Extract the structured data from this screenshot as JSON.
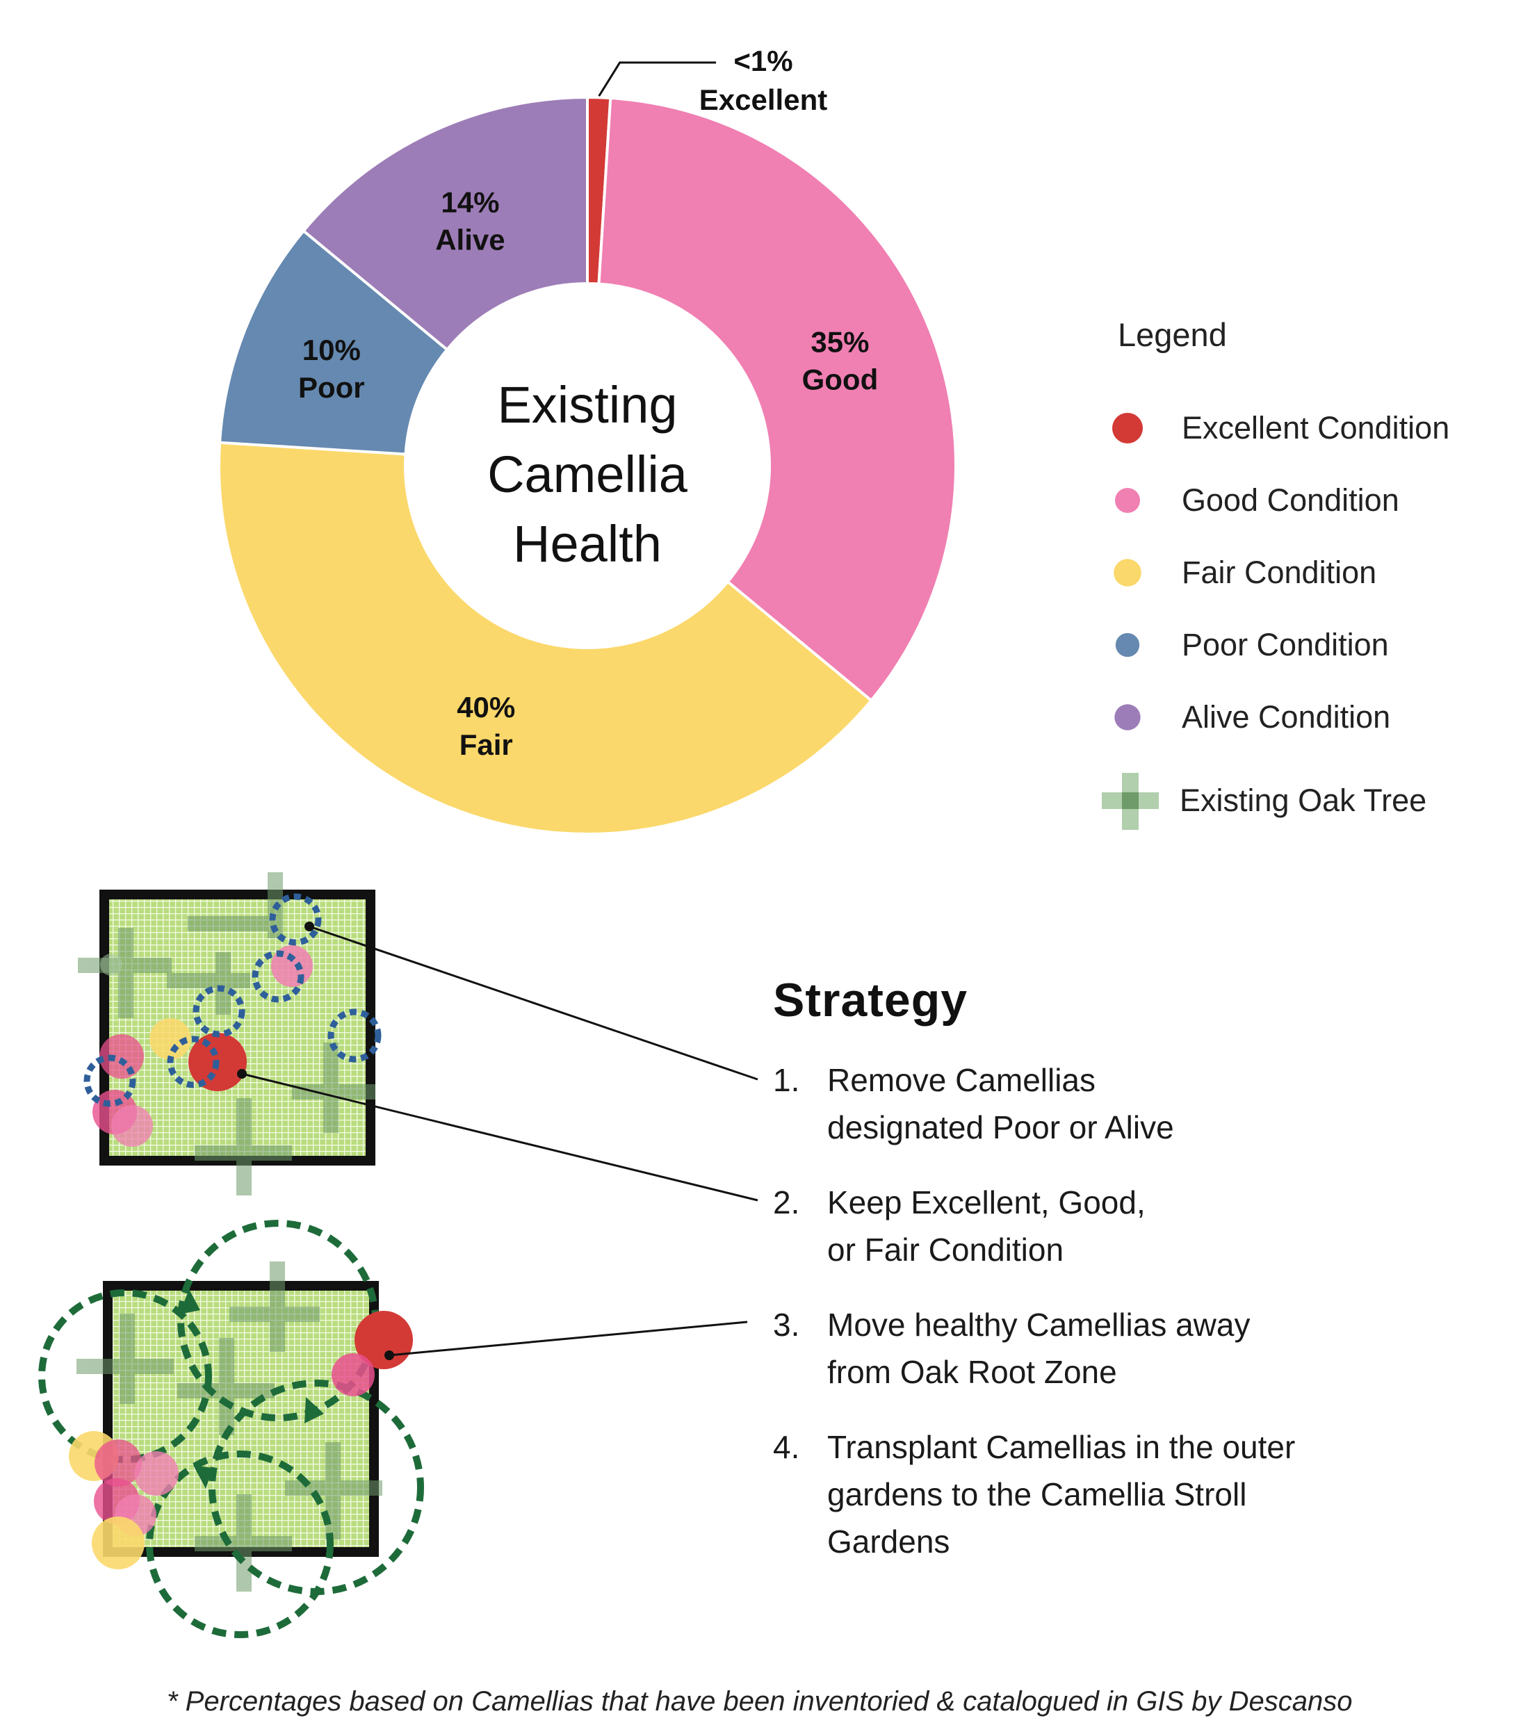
{
  "chart_data": {
    "type": "pie",
    "title": "Existing Camellia Health",
    "title_lines": [
      "Existing",
      "Camellia",
      "Health"
    ],
    "slices": [
      {
        "name": "Excellent",
        "value": 1,
        "display_value": "<1%",
        "color": "#d33a36"
      },
      {
        "name": "Good",
        "value": 35,
        "display_value": "35%",
        "color": "#f07fb2"
      },
      {
        "name": "Fair",
        "value": 40,
        "display_value": "40%",
        "color": "#fbd86b"
      },
      {
        "name": "Poor",
        "value": 10,
        "display_value": "10%",
        "color": "#6589b0"
      },
      {
        "name": "Alive",
        "value": 14,
        "display_value": "14%",
        "color": "#9d7db7"
      }
    ]
  },
  "legend": {
    "title": "Legend",
    "items": [
      {
        "label": "Excellent Condition",
        "color": "#d33a36"
      },
      {
        "label": "Good Condition",
        "color": "#f07fb2"
      },
      {
        "label": "Fair Condition",
        "color": "#fbd86b"
      },
      {
        "label": "Poor Condition",
        "color": "#6589b0"
      },
      {
        "label": "Alive Condition",
        "color": "#9d7db7"
      },
      {
        "label": "Existing Oak Tree",
        "icon": "oak-tree-cross-icon",
        "color": "#a9c9a4"
      }
    ]
  },
  "strategy": {
    "title": "Strategy",
    "steps": [
      {
        "num": "1.",
        "lines": [
          "Remove Camellias",
          "designated Poor or Alive"
        ]
      },
      {
        "num": "2.",
        "lines": [
          "Keep Excellent, Good,",
          "or Fair Condition"
        ]
      },
      {
        "num": "3.",
        "lines": [
          "Move healthy Camellias away",
          "from Oak Root Zone"
        ]
      },
      {
        "num": "4.",
        "lines": [
          "Transplant Camellias in the outer",
          "gardens to the Camellia Stroll",
          "Gardens"
        ]
      }
    ]
  },
  "diagram_colors": {
    "grid_fill": "#b9dc7e",
    "grid_line": "#ffffff",
    "frame": "#111111",
    "root_zone": "#1e6b3a",
    "oak": "#6f9a69"
  },
  "footnote": "* Percentages based on Camellias that have been inventoried & catalogued in GIS by Descanso"
}
